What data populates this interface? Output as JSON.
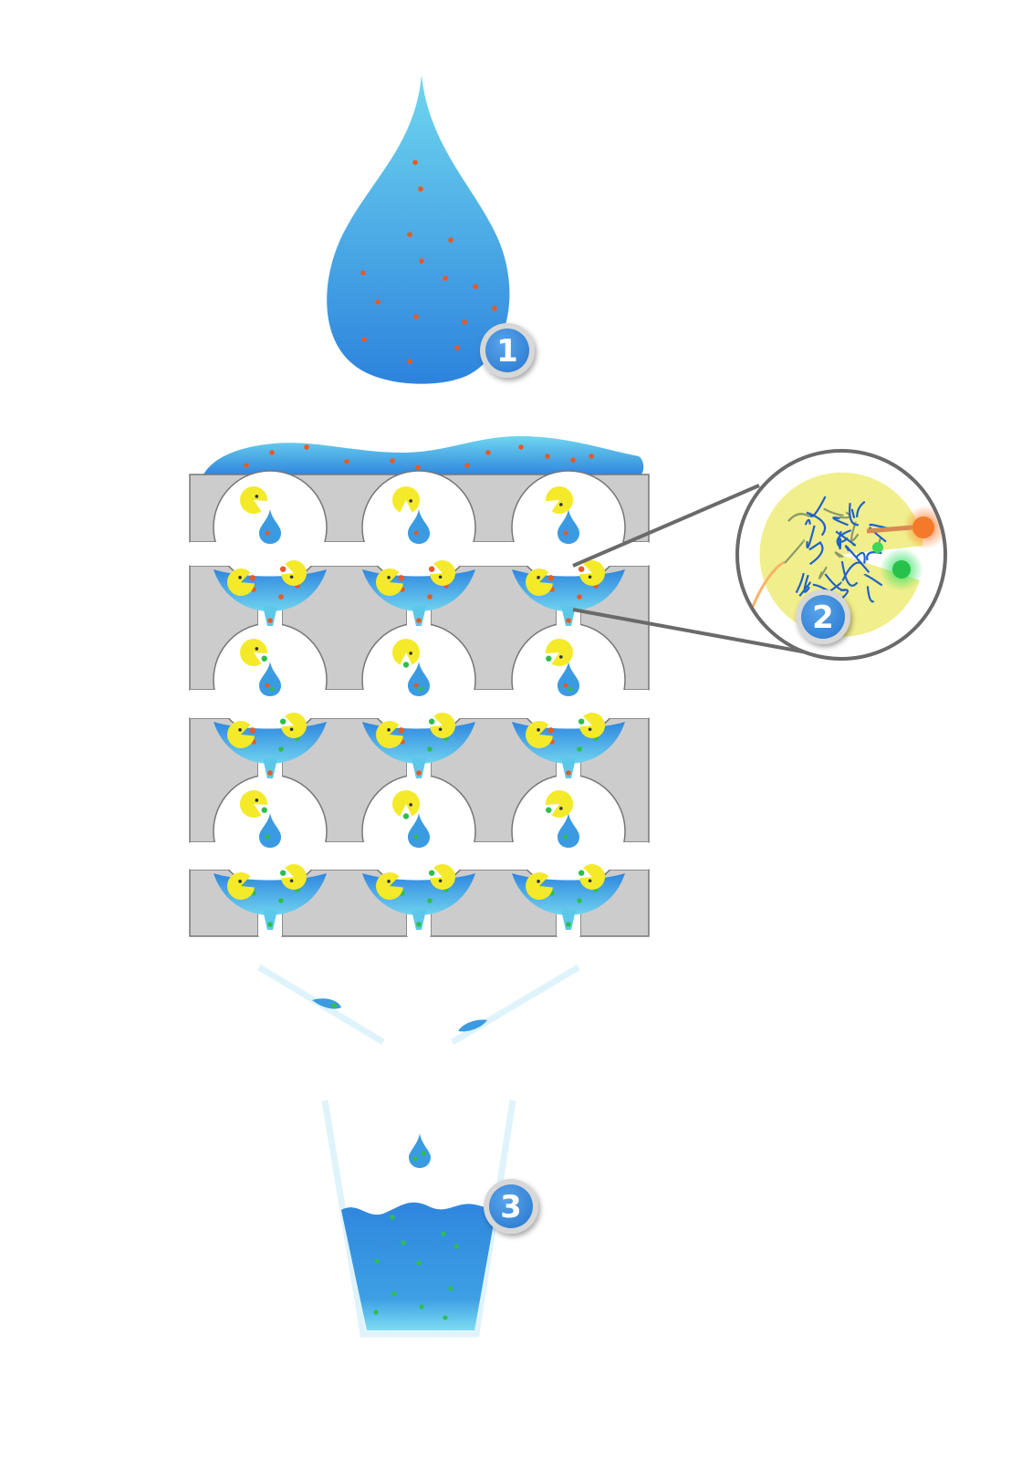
{
  "diagram": {
    "steps": [
      {
        "label": "1"
      },
      {
        "label": "2"
      },
      {
        "label": "3"
      }
    ],
    "colors": {
      "water_light": "#5bc8ea",
      "water_dark": "#2f86de",
      "matrix_gray": "#cccccc",
      "matrix_stroke": "#777777",
      "enzyme_yellow": "#f4ea2a",
      "pollutant_orange": "#e85a24",
      "product_green": "#2fbf4a",
      "badge_fill": "#3d8fdd",
      "badge_ring": "#cfcfcf",
      "zoom_ring": "#6a6a6a",
      "funnel_light": "#dff3fb"
    },
    "icons": [
      "water-drop-icon",
      "enzyme-pacman-icon",
      "protein-structure-icon",
      "glass-icon",
      "funnel-icon"
    ]
  }
}
